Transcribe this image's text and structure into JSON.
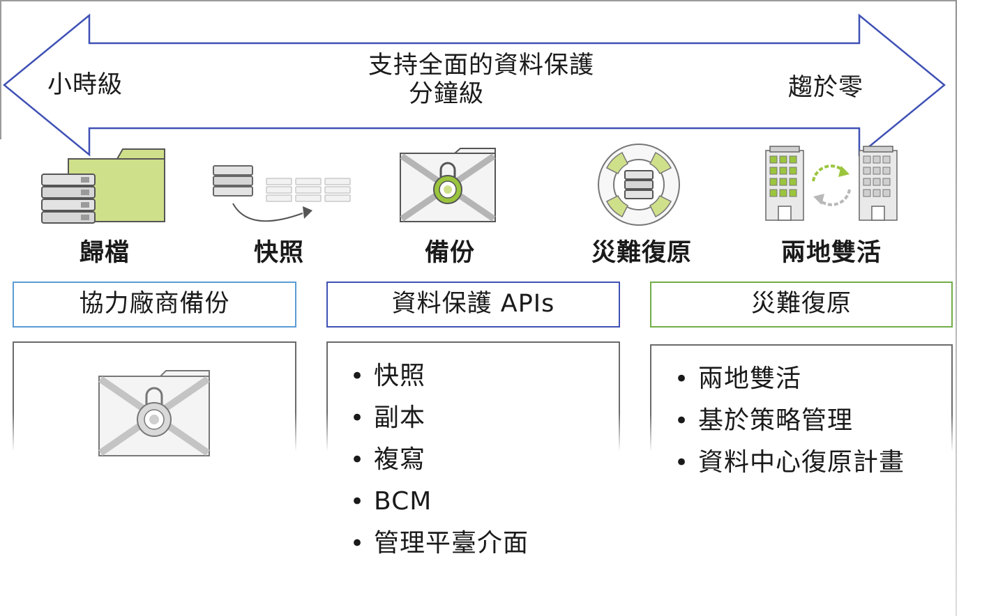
{
  "timeline": {
    "left_label": "小時級",
    "center_title_line1": "支持全面的資料保護",
    "center_title_line2": "分鐘級",
    "right_label": "趨於零"
  },
  "capabilities": [
    {
      "label": "歸檔",
      "icon": "archive-folder-icon"
    },
    {
      "label": "快照",
      "icon": "snapshot-icon"
    },
    {
      "label": "備份",
      "icon": "secure-folder-icon"
    },
    {
      "label": "災難復原",
      "icon": "lifebuoy-icon"
    },
    {
      "label": "兩地雙活",
      "icon": "dual-datacenter-icon"
    }
  ],
  "categories": [
    {
      "title": "協力廠商備份",
      "border_color": "#5b9bd5"
    },
    {
      "title": "資料保護 APIs",
      "border_color": "#3f51b5",
      "items": [
        "快照",
        "副本",
        "複寫",
        "BCM",
        "管理平臺介面"
      ]
    },
    {
      "title": "災難復原",
      "border_color": "#70ad47",
      "items": [
        "兩地雙活",
        "基於策略管理",
        "資料中心復原計畫"
      ]
    }
  ],
  "colors": {
    "arrow_stroke": "#3f51b5",
    "folder_green": "#cfe08a",
    "accent_green": "#9bc53d",
    "icon_gray": "#b0b0b0"
  }
}
